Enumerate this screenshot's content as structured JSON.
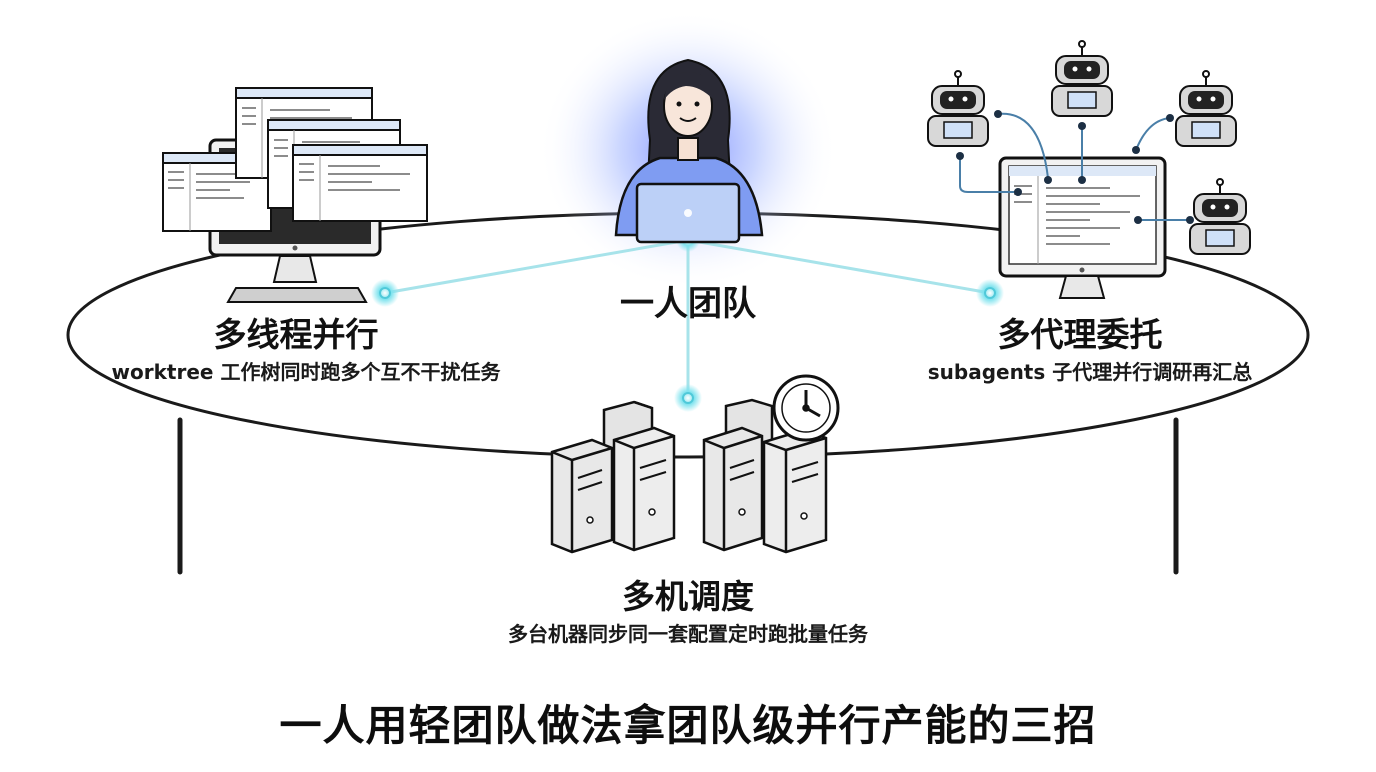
{
  "center": {
    "label": "一人团队"
  },
  "branches": {
    "left": {
      "title": "多线程并行",
      "subtitle": "worktree 工作树同时跑多个互不干扰任务"
    },
    "right": {
      "title": "多代理委托",
      "subtitle": "subagents 子代理并行调研再汇总"
    },
    "bottom": {
      "title": "多机调度",
      "subtitle": "多台机器同步同一套配置定时跑批量任务"
    }
  },
  "main_heading": "一人用轻团队做法拿团队级并行产能的三招",
  "colors": {
    "glow": "#6b7cff",
    "connector": "#9fe6ee",
    "node": "#5fd6e6",
    "person_shirt": "#7f9cf2",
    "window_bar": "#dde8f7",
    "robot_screen": "#cfe0f7"
  }
}
